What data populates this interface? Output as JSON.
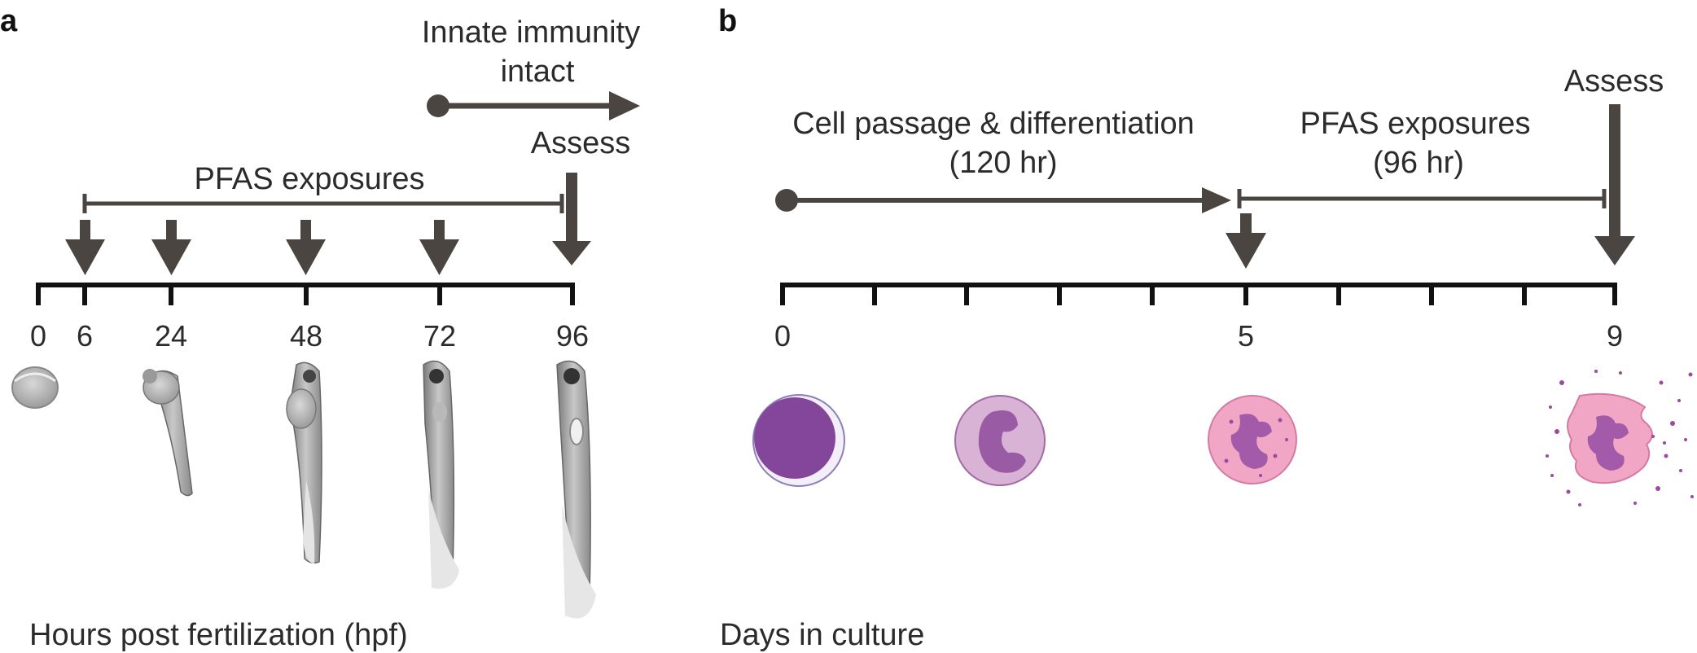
{
  "panel_a": {
    "letter": "a",
    "innate_line1": "Innate immunity",
    "innate_line2": "intact",
    "exposures": "PFAS exposures",
    "assess": "Assess",
    "ticks": [
      "0",
      "6",
      "24",
      "48",
      "72",
      "96"
    ],
    "axis_label": "Hours post fertilization (hpf)"
  },
  "panel_b": {
    "letter": "b",
    "culture_line1": "Cell passage & differentiation",
    "culture_line2": "(120 hr)",
    "exposures_line1": "PFAS exposures",
    "exposures_line2": "(96 hr)",
    "assess": "Assess",
    "ticks": [
      "0",
      "5",
      "9"
    ],
    "axis_label": "Days in culture"
  },
  "colors": {
    "arrow": "#4b4541",
    "axis": "#111111",
    "progenitor": "#83469a",
    "neutrophil_light": "#d9b3d6",
    "neutrophil_pink": "#f1a6c5",
    "nucleus": "#9a5ba5"
  }
}
